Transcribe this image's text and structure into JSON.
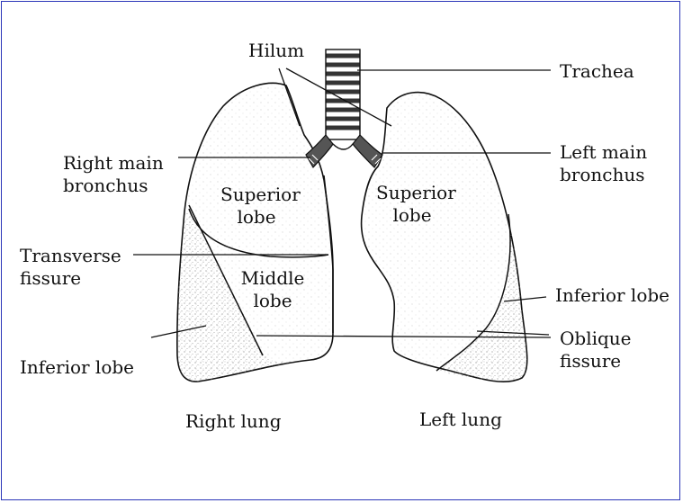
{
  "labels": {
    "hilum": "Hilum",
    "trachea": "Trachea",
    "right_main_bronchus": [
      "Right main",
      "bronchus"
    ],
    "left_main_bronchus": [
      "Left main",
      "bronchus"
    ],
    "right_superior_lobe": [
      "Superior",
      "lobe"
    ],
    "left_superior_lobe": [
      "Superior",
      "lobe"
    ],
    "transverse_fissure": [
      "Transverse",
      "fissure"
    ],
    "middle_lobe": [
      "Middle",
      "lobe"
    ],
    "left_inferior_lobe": "Inferior lobe",
    "right_inferior_lobe": "Inferior lobe",
    "oblique_fissure": [
      "Oblique",
      "fissure"
    ],
    "right_lung": "Right lung",
    "left_lung": "Left lung"
  },
  "colors": {
    "border": "#2a35b8",
    "ink": "#111111",
    "stipple": "#9a9a9a"
  }
}
